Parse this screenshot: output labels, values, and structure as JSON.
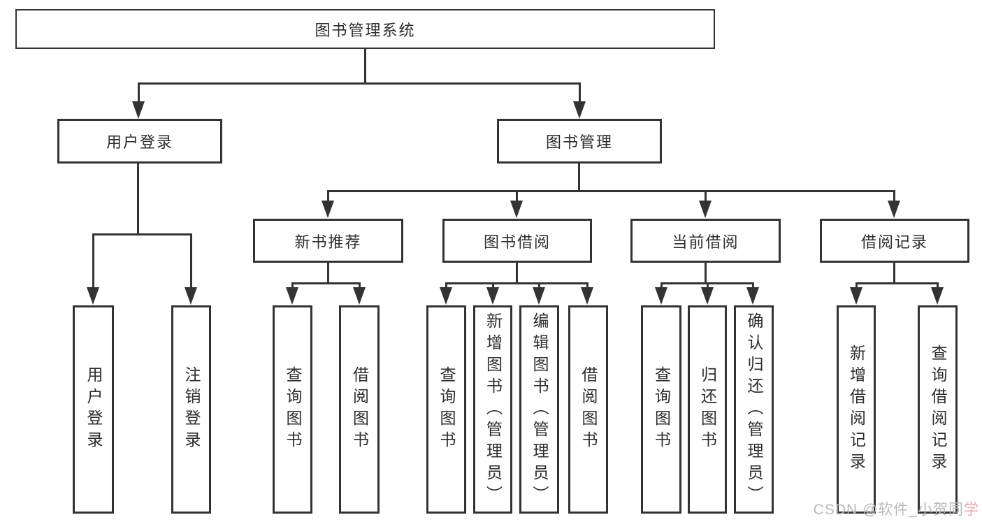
{
  "tree": {
    "label": "图书管理系统",
    "children": [
      {
        "label": "用户登录",
        "children": [
          {
            "label": "用户登录"
          },
          {
            "label": "注销登录"
          }
        ]
      },
      {
        "label": "图书管理",
        "children": [
          {
            "label": "新书推荐",
            "children": [
              {
                "label": "查询图书"
              },
              {
                "label": "借阅图书"
              }
            ]
          },
          {
            "label": "图书借阅",
            "children": [
              {
                "label": "查询图书"
              },
              {
                "label": "新增图书（管理员）"
              },
              {
                "label": "编辑图书（管理员）"
              },
              {
                "label": "借阅图书"
              }
            ]
          },
          {
            "label": "当前借阅",
            "children": [
              {
                "label": "查询图书"
              },
              {
                "label": "归还图书"
              },
              {
                "label": "确认归还（管理员）"
              }
            ]
          },
          {
            "label": "借阅记录",
            "children": [
              {
                "label": "新增借阅记录"
              },
              {
                "label": "查询借阅记录"
              }
            ]
          }
        ]
      }
    ]
  },
  "watermark": {
    "prefix": "CSDN @软件_小贺同",
    "suffix": "学"
  },
  "colors": {
    "line": "#333333",
    "text": "#2d2d2d",
    "background": "#ffffff",
    "watermark_gray": "#b9b9b9",
    "watermark_accent": "#e8a7a7"
  }
}
